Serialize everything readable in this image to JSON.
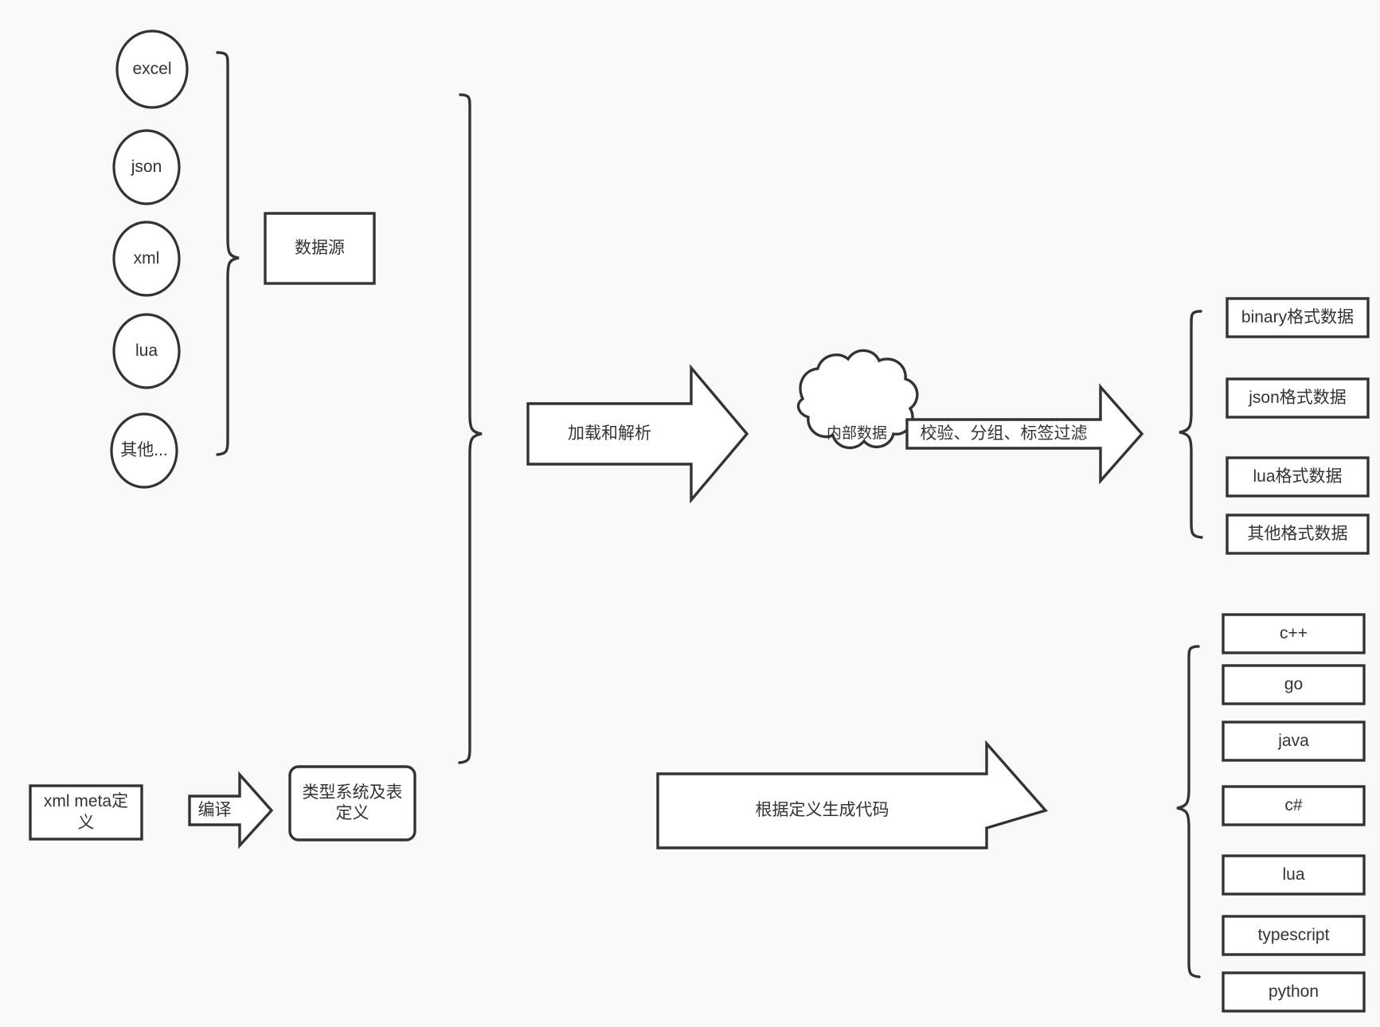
{
  "diagram": {
    "title": "数据配置与代码生成流程图",
    "background_color": "#f9f9f9",
    "stroke_color": "#333333",
    "fill_color": "#ffffff",
    "text_color": "#333333"
  },
  "sources": {
    "group_label": "数据源",
    "items": [
      {
        "label": "excel"
      },
      {
        "label": "json"
      },
      {
        "label": "xml"
      },
      {
        "label": "lua"
      },
      {
        "label": "其他..."
      }
    ]
  },
  "pipeline": {
    "load_arrow_label": "加载和解析",
    "internal_data_label": "内部数据",
    "filter_arrow_label": "校验、分组、标签过滤"
  },
  "outputs": {
    "items": [
      {
        "label": "binary格式数据"
      },
      {
        "label": "json格式数据"
      },
      {
        "label": "lua格式数据"
      },
      {
        "label": "其他格式数据"
      }
    ]
  },
  "meta": {
    "source_label": "xml meta定\n义",
    "compile_arrow_label": "编译",
    "target_label": "类型系统及表\n定义"
  },
  "codegen": {
    "arrow_label": "根据定义生成代码",
    "languages": [
      {
        "label": "c++"
      },
      {
        "label": "go"
      },
      {
        "label": "java"
      },
      {
        "label": "c#"
      },
      {
        "label": "lua"
      },
      {
        "label": "typescript"
      },
      {
        "label": "python"
      }
    ]
  }
}
